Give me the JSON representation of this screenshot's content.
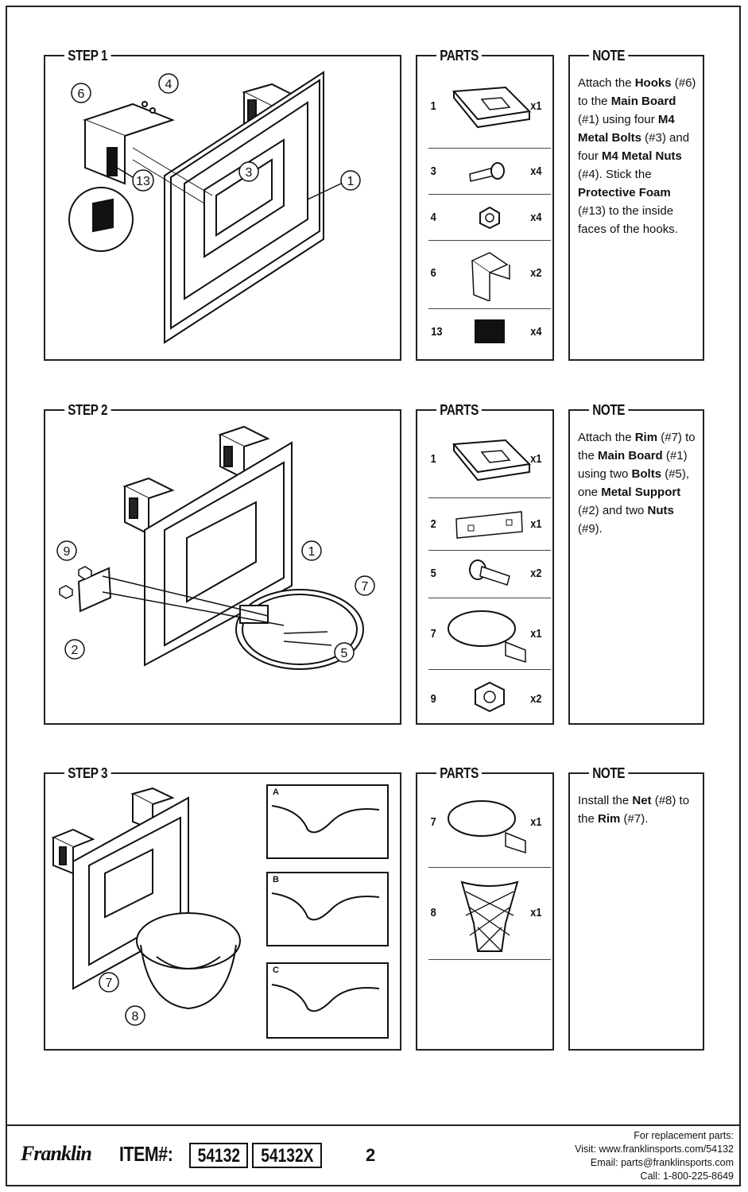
{
  "steps": [
    {
      "label": "STEP 1",
      "parts_label": "PARTS",
      "note_label": "NOTE",
      "callouts": [
        "6",
        "4",
        "3",
        "13",
        "1"
      ],
      "parts": [
        {
          "num": "1",
          "qty": "x1",
          "icon": "main-board-icon"
        },
        {
          "num": "3",
          "qty": "x4",
          "icon": "metal-bolt-icon"
        },
        {
          "num": "4",
          "qty": "x4",
          "icon": "metal-nut-icon"
        },
        {
          "num": "6",
          "qty": "x2",
          "icon": "hook-icon"
        },
        {
          "num": "13",
          "qty": "x4",
          "icon": "protective-foam-icon"
        }
      ],
      "note_segments": [
        {
          "t": "Attach the ",
          "b": false
        },
        {
          "t": "Hooks",
          "b": true
        },
        {
          "t": " (#6) to the ",
          "b": false
        },
        {
          "t": "Main Board",
          "b": true
        },
        {
          "t": " (#1) using four ",
          "b": false
        },
        {
          "t": "M4 Metal Bolts",
          "b": true
        },
        {
          "t": " (#3) and four ",
          "b": false
        },
        {
          "t": "M4 Metal Nuts",
          "b": true
        },
        {
          "t": " (#4). Stick the ",
          "b": false
        },
        {
          "t": "Protective Foam",
          "b": true
        },
        {
          "t": " (#13) to the inside faces of the hooks.",
          "b": false
        }
      ]
    },
    {
      "label": "STEP 2",
      "parts_label": "PARTS",
      "note_label": "NOTE",
      "callouts": [
        "9",
        "2",
        "1",
        "7",
        "5"
      ],
      "parts": [
        {
          "num": "1",
          "qty": "x1",
          "icon": "main-board-icon"
        },
        {
          "num": "2",
          "qty": "x1",
          "icon": "metal-support-icon"
        },
        {
          "num": "5",
          "qty": "x2",
          "icon": "bolt-icon"
        },
        {
          "num": "7",
          "qty": "x1",
          "icon": "rim-icon"
        },
        {
          "num": "9",
          "qty": "x2",
          "icon": "nut-icon"
        }
      ],
      "note_segments": [
        {
          "t": "Attach the ",
          "b": false
        },
        {
          "t": "Rim",
          "b": true
        },
        {
          "t": " (#7) to the ",
          "b": false
        },
        {
          "t": "Main Board",
          "b": true
        },
        {
          "t": " (#1) using two ",
          "b": false
        },
        {
          "t": "Bolts",
          "b": true
        },
        {
          "t": " (#5), one ",
          "b": false
        },
        {
          "t": "Metal Support",
          "b": true
        },
        {
          "t": " (#2) and two ",
          "b": false
        },
        {
          "t": "Nuts",
          "b": true
        },
        {
          "t": " (#9).",
          "b": false
        }
      ]
    },
    {
      "label": "STEP 3",
      "parts_label": "PARTS",
      "note_label": "NOTE",
      "callouts": [
        "7",
        "8"
      ],
      "sub_labels": [
        "A",
        "B",
        "C"
      ],
      "parts": [
        {
          "num": "7",
          "qty": "x1",
          "icon": "rim-icon"
        },
        {
          "num": "8",
          "qty": "x1",
          "icon": "net-icon"
        }
      ],
      "note_segments": [
        {
          "t": "Install the ",
          "b": false
        },
        {
          "t": "Net",
          "b": true
        },
        {
          "t": " (#8) to the ",
          "b": false
        },
        {
          "t": "Rim",
          "b": true
        },
        {
          "t": " (#7).",
          "b": false
        }
      ]
    }
  ],
  "footer": {
    "brand": "Franklin",
    "item_label": "ITEM#:",
    "item_numbers": [
      "54132",
      "54132X"
    ],
    "page": "2",
    "contact": [
      "For replacement parts:",
      "Visit: www.franklinsports.com/54132",
      "Email: parts@franklinsports.com",
      "Call: 1-800-225-8649"
    ]
  }
}
